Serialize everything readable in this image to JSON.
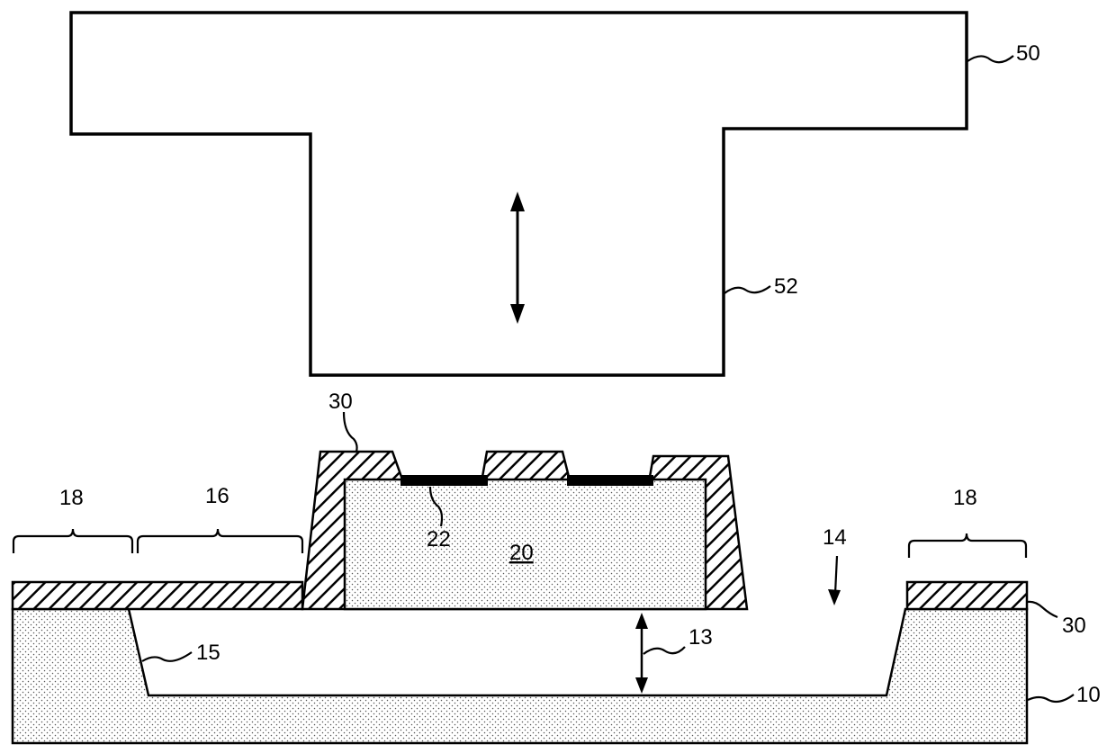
{
  "labels": {
    "tool_top": "50",
    "tool_stem": "52",
    "coating_top": "30",
    "coating_right": "30",
    "region_left_18": "18",
    "region_right_18": "18",
    "region_16": "16",
    "contact": "22",
    "die": "20",
    "gap": "14",
    "cavity_depth": "13",
    "sidewall": "15",
    "substrate": "10"
  }
}
